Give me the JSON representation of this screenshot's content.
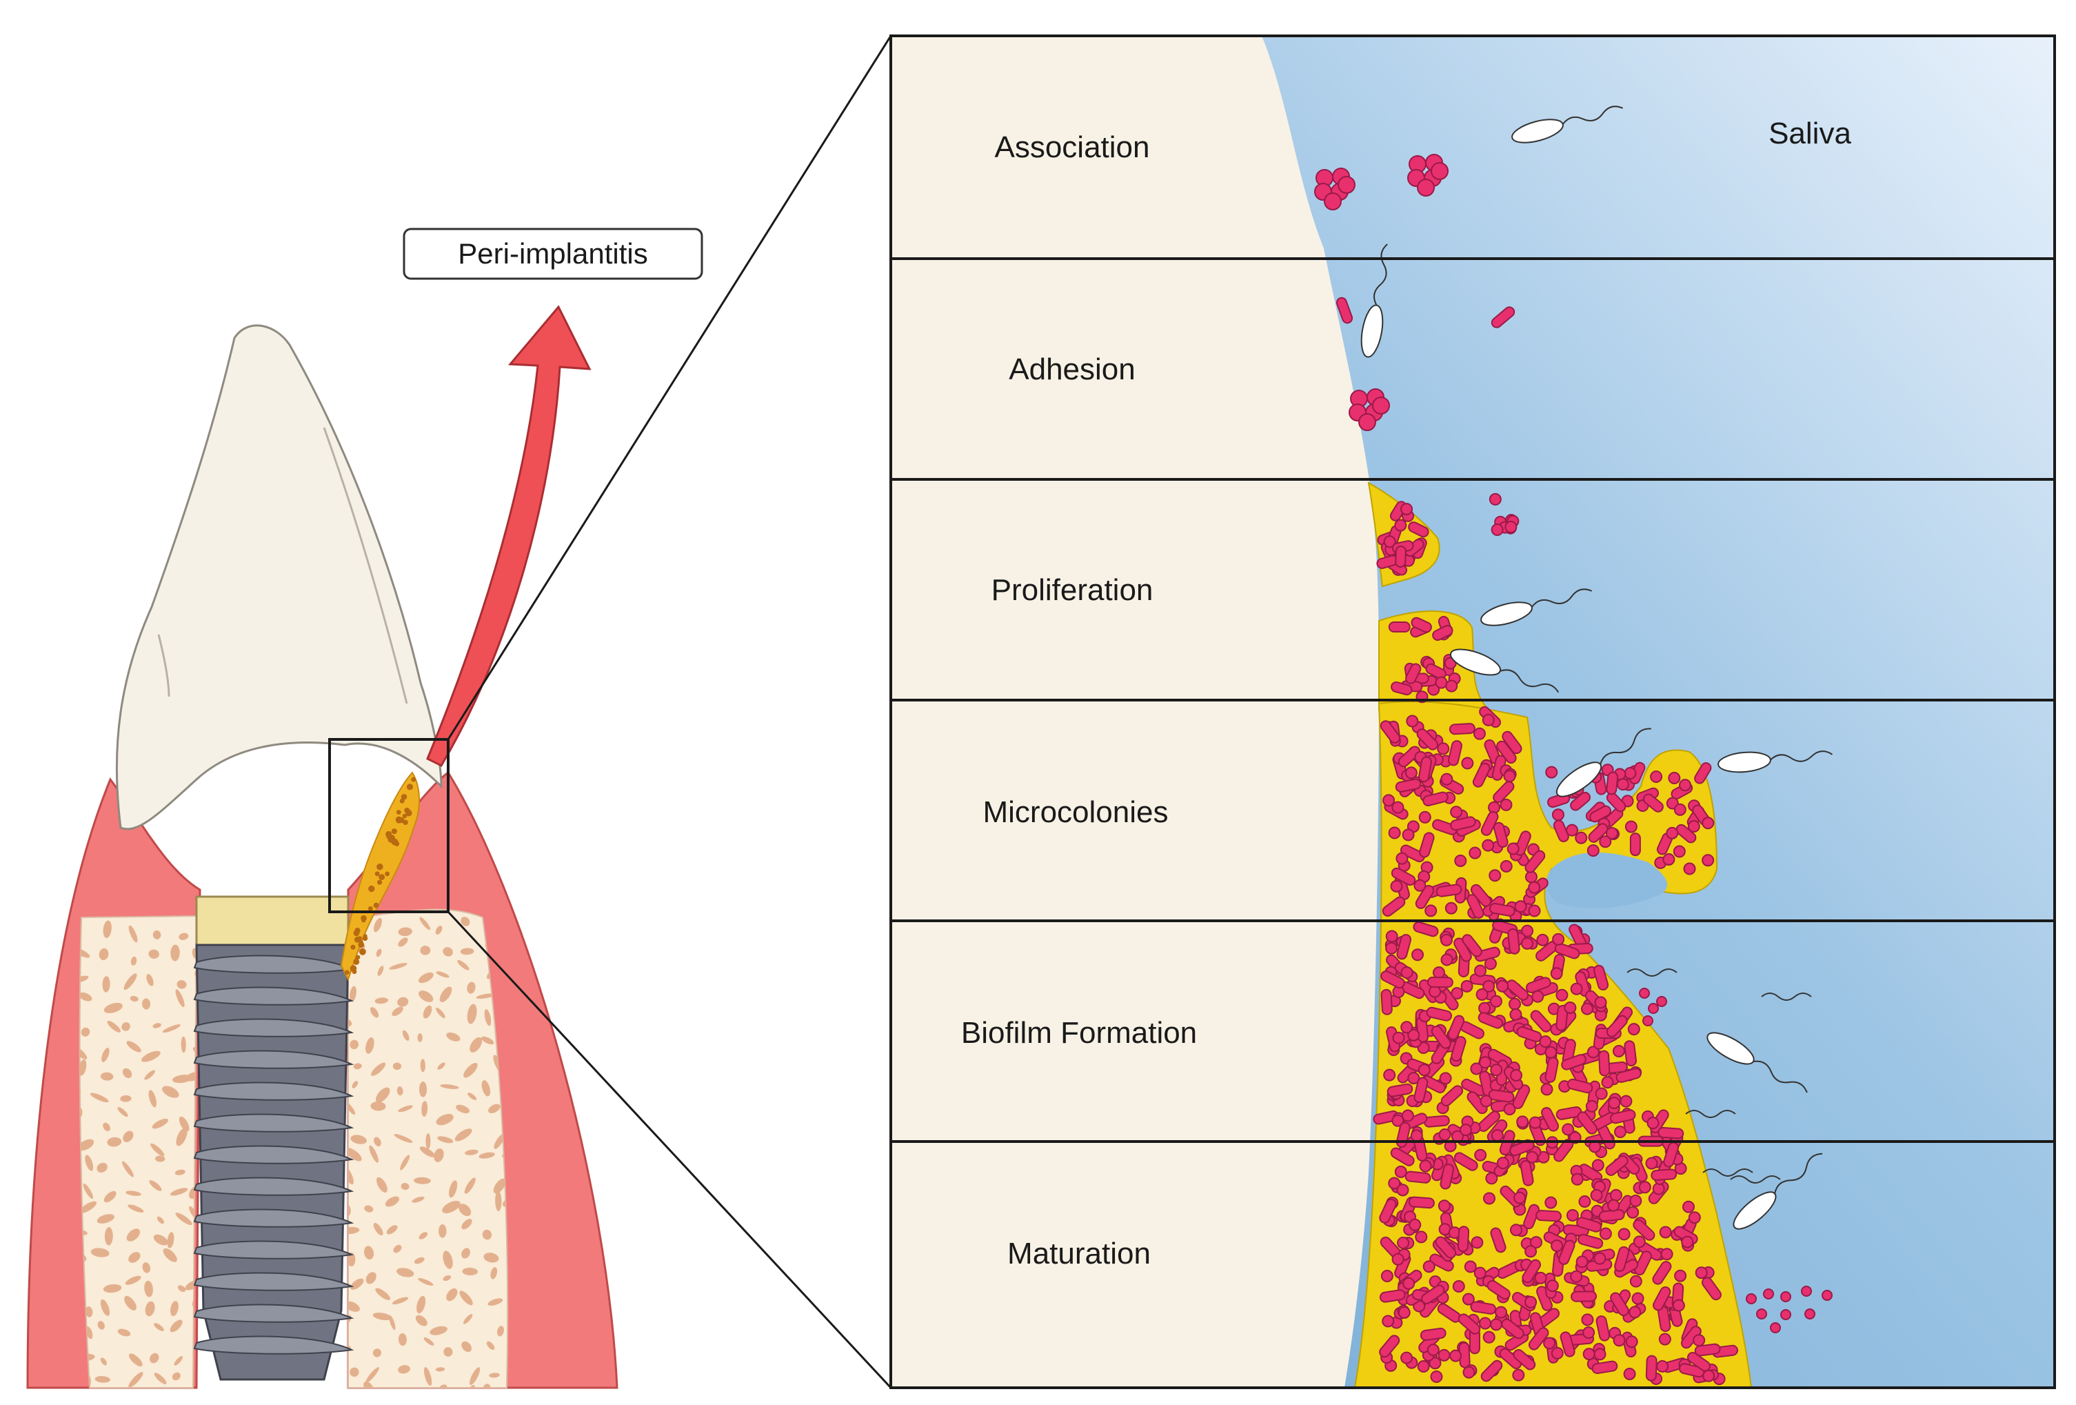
{
  "diagram": {
    "callout_label": "Peri-implantitis",
    "medium_label": "Saliva",
    "stages": [
      {
        "id": "association",
        "label": "Association"
      },
      {
        "id": "adhesion",
        "label": "Adhesion"
      },
      {
        "id": "proliferation",
        "label": "Proliferation"
      },
      {
        "id": "microcolonies",
        "label": "Microcolonies"
      },
      {
        "id": "biofilm-formation",
        "label": "Biofilm Formation"
      },
      {
        "id": "maturation",
        "label": "Maturation"
      }
    ],
    "colors": {
      "crown": "#f6f1e6",
      "gum": "#f27a7a",
      "bone": "#f9ecd8",
      "trabecula": "#e3b08e",
      "implant": "#707482",
      "abutment": "#f0e1a0",
      "arrow": "#ef5055",
      "surface": "#f8f2e6",
      "saliva_dark": "#7fb1d8",
      "saliva_light": "#e6f0fa",
      "biofilm": "#efcf10",
      "bacteria": "#e8306e"
    }
  }
}
